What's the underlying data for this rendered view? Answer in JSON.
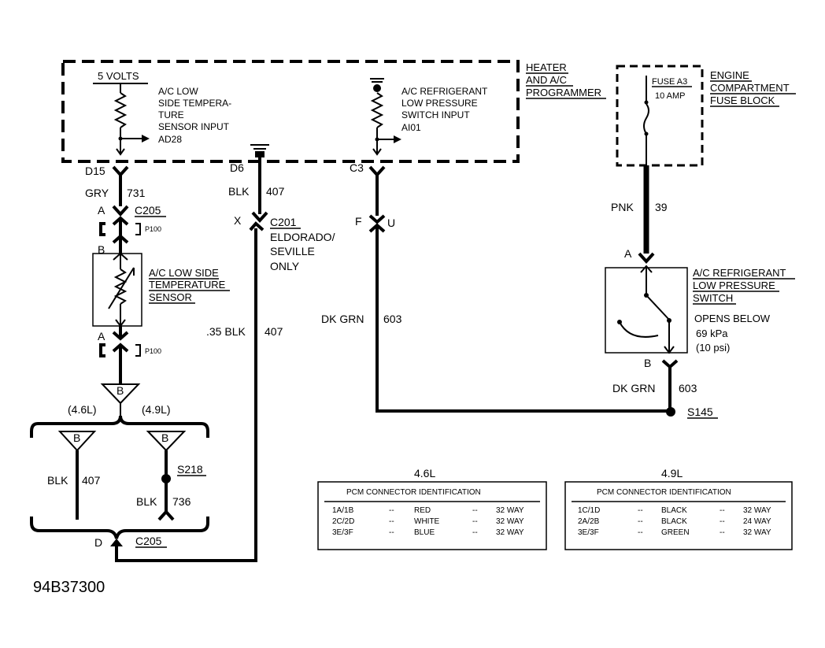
{
  "module": {
    "title_lines": [
      "HEATER",
      "AND A/C",
      "PROGRAMMER"
    ],
    "five_volts": "5 VOLTS",
    "temp_input_lines": [
      "A/C LOW",
      "SIDE TEMPERA-",
      "TURE",
      "SENSOR INPUT",
      "AD28"
    ],
    "pressure_input_lines": [
      "A/C REFRIGERANT",
      "LOW PRESSURE",
      "SWITCH INPUT",
      "AI01"
    ]
  },
  "fuse_block": {
    "title_lines": [
      "ENGINE",
      "COMPARTMENT",
      "FUSE BLOCK"
    ],
    "fuse_lines": [
      "FUSE A3",
      "10 AMP"
    ]
  },
  "pins": {
    "d15": "D15",
    "d6": "D6",
    "c3": "C3",
    "a1": "A",
    "b1": "B",
    "a2": "A",
    "x": "X",
    "f": "F",
    "u": "U",
    "switch_a": "A",
    "switch_b": "B",
    "d": "D"
  },
  "wires": {
    "gry": "GRY",
    "w731": "731",
    "blk1": "BLK",
    "w407a": "407",
    "blk35": ".35 BLK",
    "w407b": "407",
    "dkgrn1": "DK GRN",
    "w603a": "603",
    "pnk": "PNK",
    "w39": "39",
    "dkgrn2": "DK GRN",
    "w603b": "603",
    "blk2": "BLK",
    "w407c": "407",
    "blk3": "BLK",
    "w736": "736"
  },
  "connectors": {
    "c205_top": "C205",
    "p100_a": "P100",
    "p100_b": "P100",
    "c201": "C201",
    "c201_note_lines": [
      "ELDORADO/",
      "SEVILLE",
      "ONLY"
    ],
    "c205_bottom": "C205"
  },
  "sensor": {
    "label_lines": [
      "A/C LOW SIDE",
      "TEMPERATURE",
      "SENSOR"
    ]
  },
  "switch": {
    "label_lines": [
      "A/C REFRIGERANT",
      "LOW PRESSURE",
      "SWITCH"
    ],
    "note_lines": [
      "OPENS BELOW",
      "69 kPa",
      "(10 psi)"
    ]
  },
  "splices": {
    "s145": "S145",
    "s218": "S218"
  },
  "grounds": {
    "b": "B",
    "b1": "B",
    "b2": "B"
  },
  "variants": {
    "v46": "(4.6L)",
    "v49": "(4.9L)"
  },
  "pcm_tables": [
    {
      "heading": "4.6L",
      "title": "PCM CONNECTOR IDENTIFICATION",
      "rows": [
        [
          "1A/1B",
          "--",
          "RED",
          "--",
          "32 WAY"
        ],
        [
          "2C/2D",
          "--",
          "WHITE",
          "--",
          "32 WAY"
        ],
        [
          "3E/3F",
          "--",
          "BLUE",
          "--",
          "32 WAY"
        ]
      ]
    },
    {
      "heading": "4.9L",
      "title": "PCM CONNECTOR IDENTIFICATION",
      "rows": [
        [
          "1C/1D",
          "--",
          "BLACK",
          "--",
          "32 WAY"
        ],
        [
          "2A/2B",
          "--",
          "BLACK",
          "--",
          "24 WAY"
        ],
        [
          "3E/3F",
          "--",
          "GREEN",
          "--",
          "32 WAY"
        ]
      ]
    }
  ],
  "figure_id": "94B37300"
}
